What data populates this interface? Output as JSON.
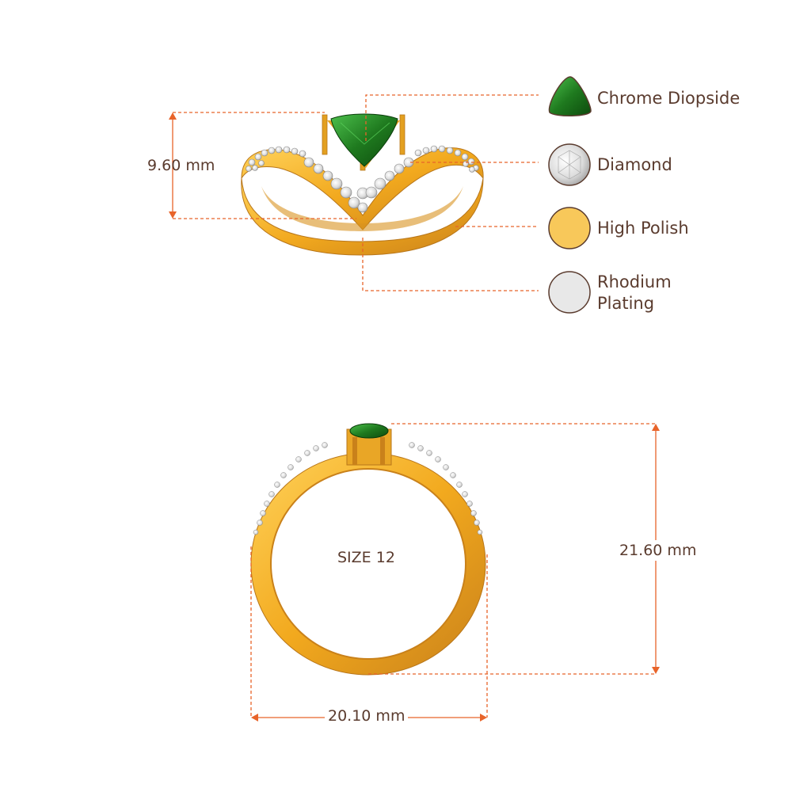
{
  "colors": {
    "dimension": "#e8642a",
    "text": "#5a3b2e",
    "gold": "#f2b230",
    "gold_dark": "#c9811a",
    "emerald": "#1f7a1f",
    "diamond": "#e6e6e6",
    "rhodium": "#e8e8e8",
    "swatch_outline": "#5a3b2e"
  },
  "legend": {
    "chrome_diopside": "Chrome Diopside",
    "diamond": "Diamond",
    "high_polish": "High Polish",
    "rhodium_plating_line1": "Rhodium",
    "rhodium_plating_line2": "Plating"
  },
  "dimensions": {
    "height_top": "9.60 mm",
    "height_front": "21.60 mm",
    "width_front": "20.10 mm"
  },
  "size_label": "SIZE 12"
}
